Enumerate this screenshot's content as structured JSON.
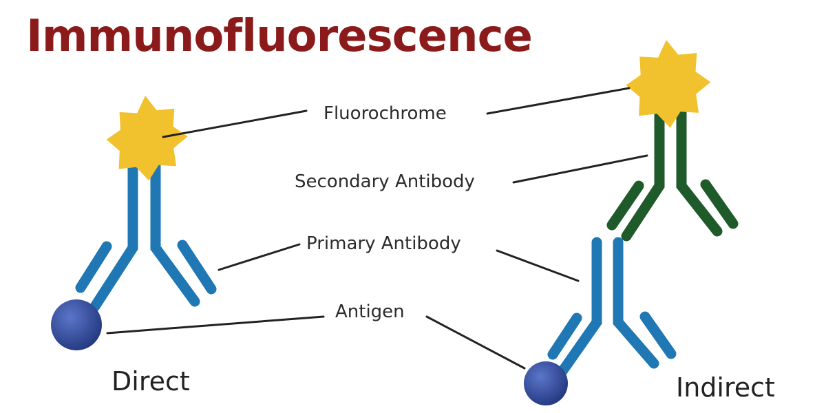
{
  "title": "Immunofluorescence",
  "labels": {
    "fluorochrome": "Fluorochrome",
    "secondary_antibody": "Secondary Antibody",
    "primary_antibody": "Primary Antibody",
    "antigen": "Antigen"
  },
  "captions": {
    "direct": "Direct",
    "indirect": "Indirect"
  },
  "colors": {
    "title": "#8b1a1a",
    "primary_antibody": "#1f77b4",
    "secondary_antibody": "#1e5a2a",
    "fluorochrome": "#f2c12e",
    "antigen": "#2e4a9e",
    "leader_line": "#222222"
  }
}
